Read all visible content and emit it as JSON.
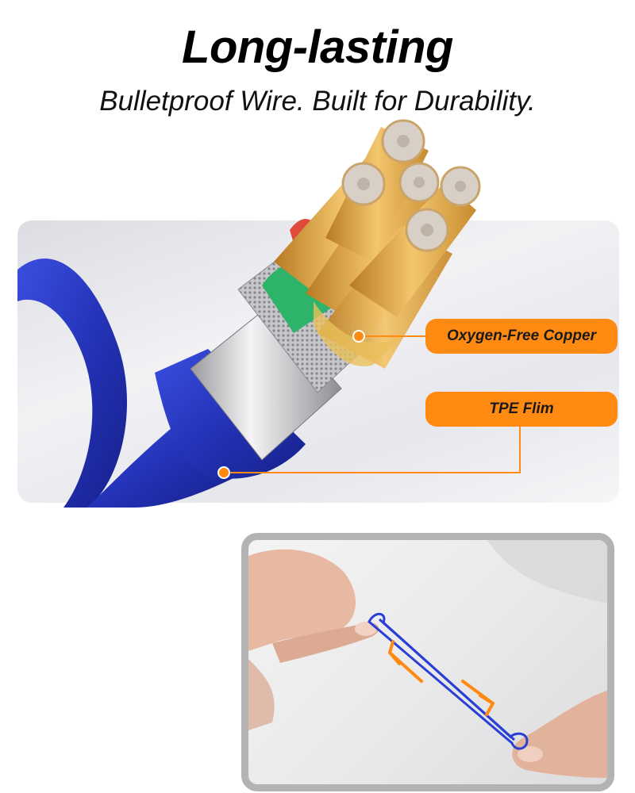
{
  "header": {
    "title": "Long-lasting",
    "subtitle": "Bulletproof Wire. Built for Durability."
  },
  "callouts": {
    "copper_label": "Oxygen-Free Copper",
    "tpe_label": "TPE Flim"
  },
  "colors": {
    "cable_blue": "#2433b8",
    "copper": "#e3ac52",
    "callout_orange": "#ff8a12",
    "frame_gray": "#b3b3b6"
  }
}
